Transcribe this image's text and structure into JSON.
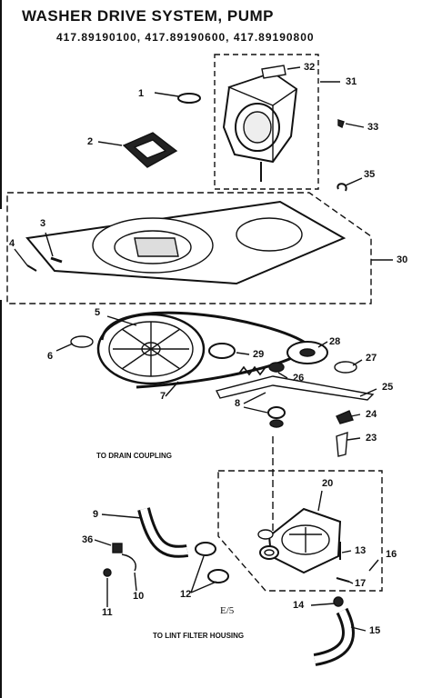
{
  "header": {
    "title": "WASHER DRIVE SYSTEM, PUMP",
    "models": "417.89190100,  417.89190600,  417.89190800"
  },
  "notes": {
    "drain": "TO DRAIN COUPLING",
    "lint": "TO LINT FILTER HOUSING",
    "page_ref": "E/5"
  },
  "callouts": [
    "1",
    "2",
    "3",
    "4",
    "5",
    "6",
    "7",
    "8",
    "9",
    "10",
    "11",
    "12",
    "13",
    "14",
    "15",
    "16",
    "17",
    "20",
    "23",
    "24",
    "25",
    "26",
    "27",
    "28",
    "29",
    "30",
    "31",
    "32",
    "33",
    "35",
    "36"
  ],
  "colors": {
    "ink": "#111111",
    "paper": "#ffffff"
  }
}
